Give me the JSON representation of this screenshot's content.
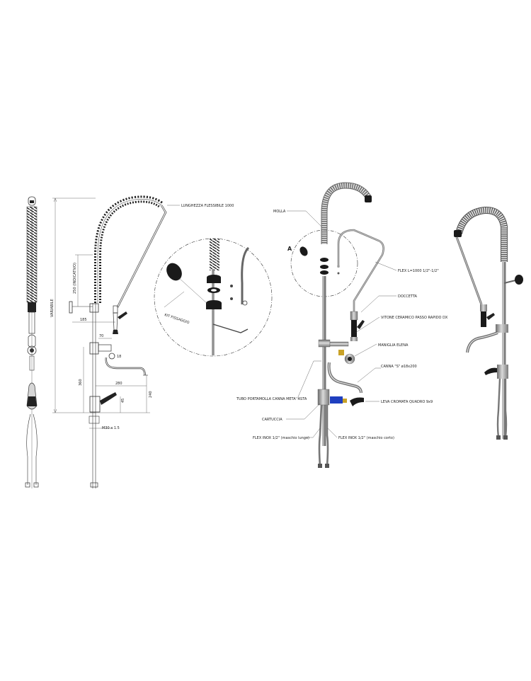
{
  "drawing": {
    "dimensions": {
      "variabile": "VARIABILE",
      "indicativo": "250 (INDICATIVO)",
      "d185": "185",
      "d70": "70",
      "d18": "18",
      "d280": "280",
      "d360": "360",
      "d240": "240",
      "d45": "45",
      "thread": "M30 x 1.5"
    },
    "labels": {
      "lunghezza_flessibile": "LUNGHEZZA FLESSIBILE 1000",
      "kit_fissaggio": "KIT FISSAGGIO",
      "molla": "MOLLA",
      "detail_a": "A",
      "flex_1000": "FLEX L=1000 1/2\"-1/2\"",
      "doccetta": "DOCCETTA",
      "vitone": "VITONE CERAMICO PASSO RAPIDO DX",
      "maniglia": "MANIGLIA ELENA",
      "canna_s": "CANNA \"S\" ø18x200",
      "tubo_portamolla": "TUBO PORTAMOLLA CANNA META' ASTA",
      "leva": "LEVA CROMATA QUADRO 9x9",
      "cartuccia": "CARTUCCIA",
      "flex_lungo": "FLEX INOX 1/2\" (maschio lungo)",
      "flex_corto": "FLEX INOX 1/2\" (maschio corto)"
    },
    "colors": {
      "line": "#333333",
      "steel": "#8a8a8a",
      "black": "#1a1a1a",
      "blue": "#1f3fbf",
      "brass": "#c9a227"
    }
  }
}
